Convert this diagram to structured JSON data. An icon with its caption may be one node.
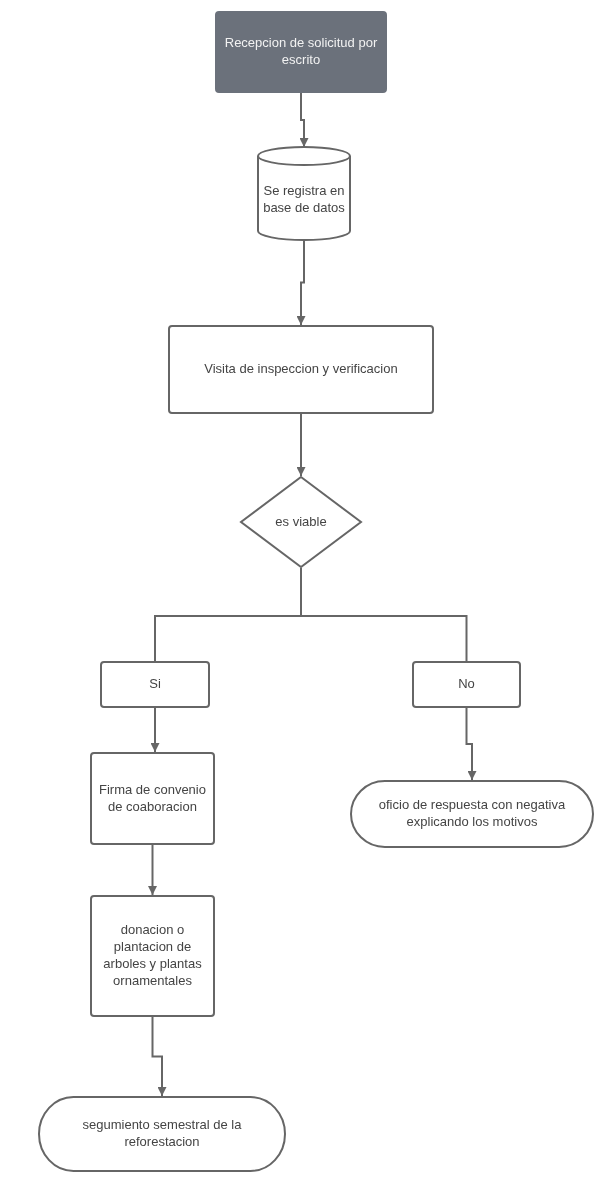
{
  "diagram": {
    "nodes": [
      {
        "text": [
          "Recepcion de solicitud por escrito"
        ]
      },
      {
        "text": [
          "Se registra en  base de datos"
        ]
      },
      {
        "text": [
          "Visita de inspeccion y verificacion"
        ]
      },
      {
        "text": [
          "es viable"
        ]
      },
      {
        "text": [
          "Si"
        ]
      },
      {
        "text": [
          "No"
        ]
      },
      {
        "text": [
          "Firma de convenio de coaboracion"
        ]
      },
      {
        "text": [
          "oficio de respuesta con negativa explicando los motivos"
        ]
      },
      {
        "text": [
          "donacion o plantacion de arboles y plantas ornamentales"
        ]
      },
      {
        "text": [
          "segumiento semestral de la reforestacion"
        ]
      }
    ],
    "edges": [
      {
        "from": 0,
        "to": 1,
        "arrow": "to"
      },
      {
        "from": 1,
        "to": 2,
        "arrow": "to"
      },
      {
        "from": 2,
        "to": 3,
        "arrow": "to"
      },
      {
        "from": 3,
        "to": 4,
        "arrow": "none"
      },
      {
        "from": 3,
        "to": 5,
        "arrow": "none"
      },
      {
        "from": 4,
        "to": 6,
        "arrow": "to"
      },
      {
        "from": 5,
        "to": 7,
        "arrow": "to"
      },
      {
        "from": 6,
        "to": 8,
        "arrow": "to"
      },
      {
        "from": 8,
        "to": 9,
        "arrow": "to"
      }
    ]
  }
}
